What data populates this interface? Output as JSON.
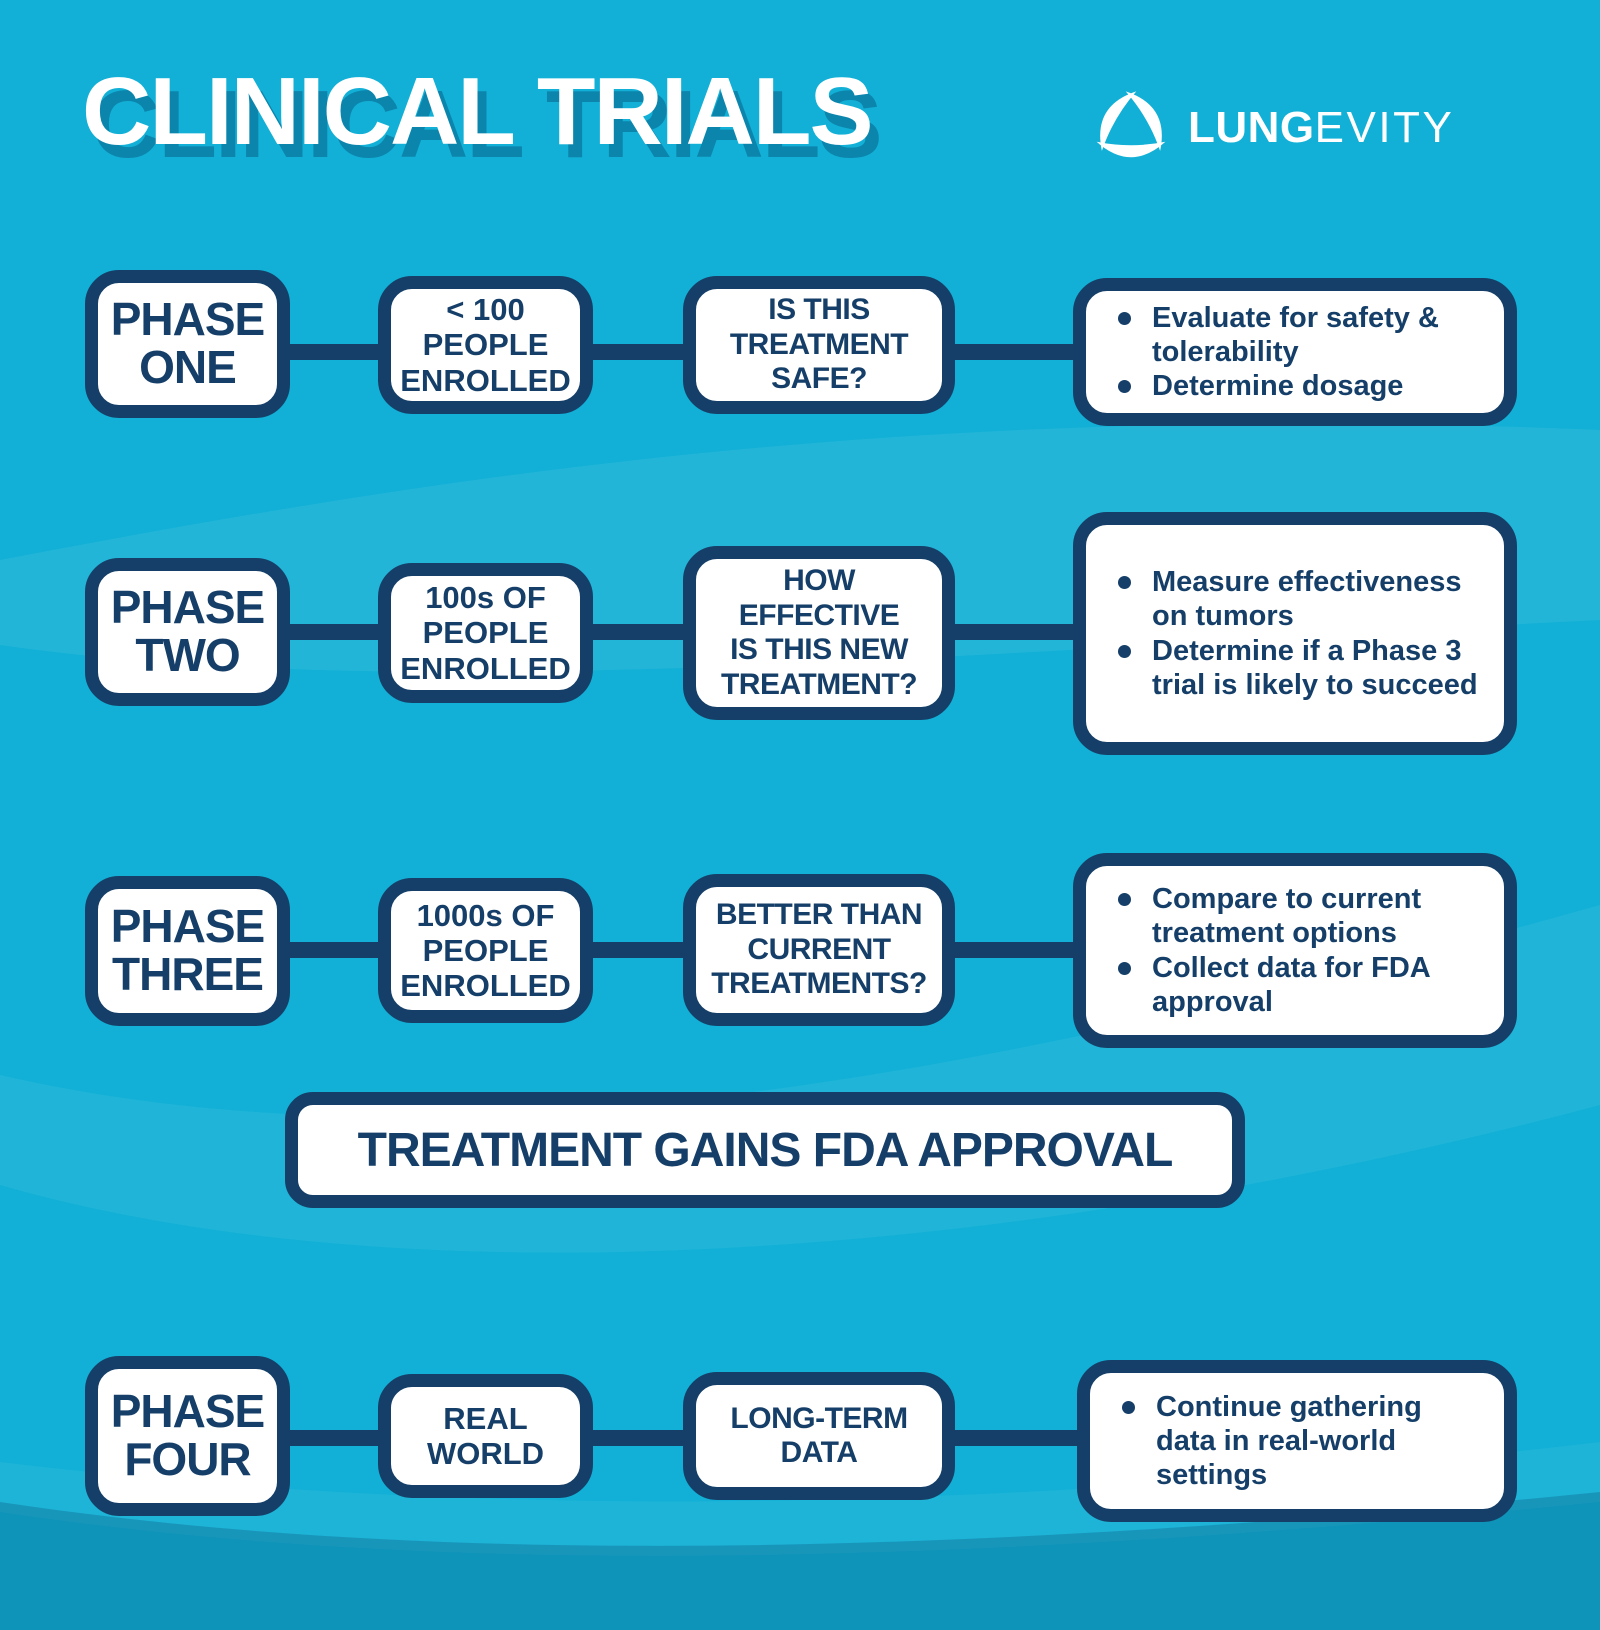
{
  "title": "CLINICAL TRIALS",
  "logo": {
    "brand_bold": "LUNG",
    "brand_light": "EVITY",
    "mark": "lungevity-triangle-mark"
  },
  "colors": {
    "background_cyan": "#12b0d6",
    "navy": "#153f68",
    "box_fill": "#ffffff",
    "title_shadow": "#0c85ad",
    "bottom_teal_overlay": "rgba(0,45,80,0.22)",
    "wave_highlight": "rgba(255,255,255,0.07)"
  },
  "banner": {
    "label": "TREATMENT GAINS FDA APPROVAL"
  },
  "rows": [
    {
      "phase": "PHASE\nONE",
      "enrollment": "< 100\nPEOPLE\nENROLLED",
      "question": "IS THIS\nTREATMENT\nSAFE?",
      "bullets": [
        "Evaluate for safety & tolerability",
        "Determine dosage"
      ]
    },
    {
      "phase": "PHASE\nTWO",
      "enrollment": "100s OF\nPEOPLE\nENROLLED",
      "question": "HOW\nEFFECTIVE\nIS THIS NEW\nTREATMENT?",
      "bullets": [
        "Measure effectiveness on tumors",
        "Determine if a Phase 3 trial is likely to succeed"
      ]
    },
    {
      "phase": "PHASE\nTHREE",
      "enrollment": "1000s OF\nPEOPLE\nENROLLED",
      "question": "BETTER THAN\nCURRENT\nTREATMENTS?",
      "bullets": [
        "Compare to current treatment options",
        "Collect data for FDA approval"
      ]
    },
    {
      "phase": "PHASE\nFOUR",
      "enrollment": "REAL\nWORLD",
      "question": "LONG-TERM\nDATA",
      "bullets": [
        "Continue gathering data in real-world settings"
      ]
    }
  ]
}
